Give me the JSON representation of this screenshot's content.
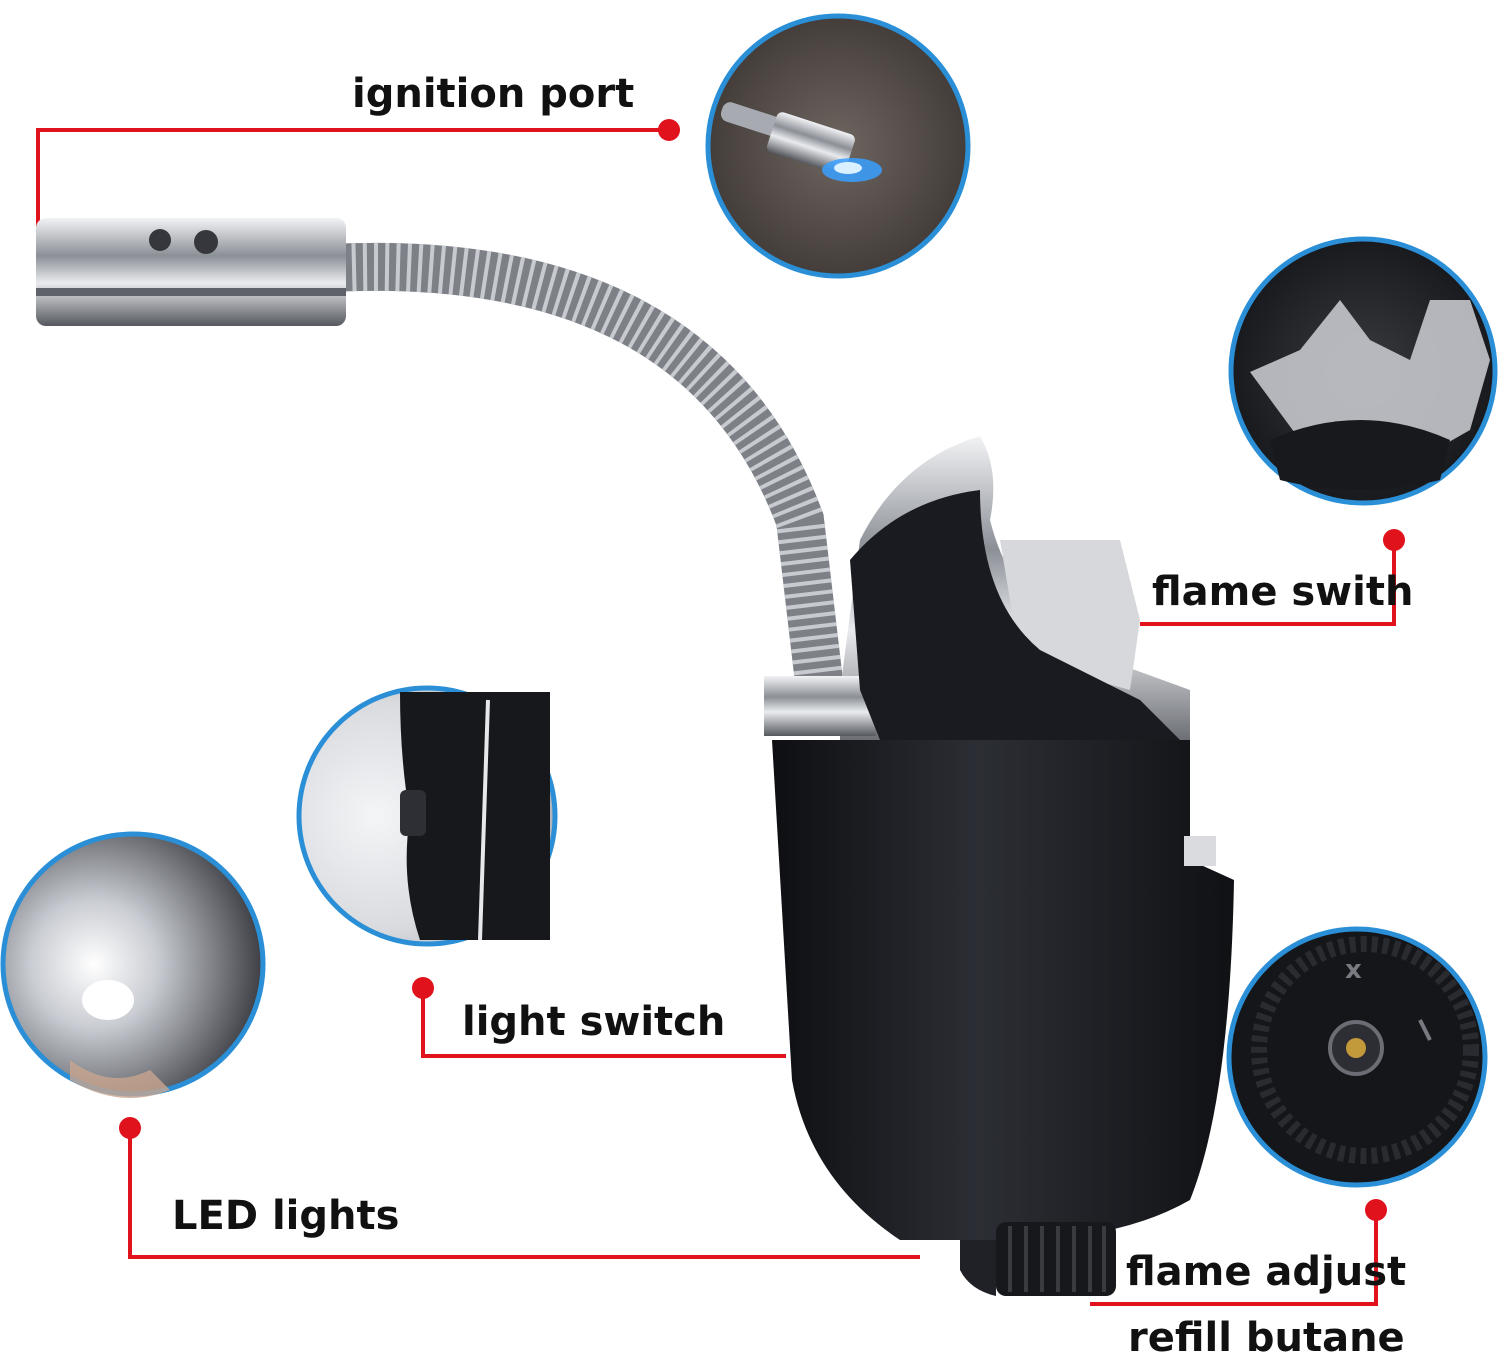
{
  "labels": {
    "ignition_port": "ignition port",
    "flame_switch": "flame swith",
    "light_switch": "light switch",
    "led_lights": "LED lights",
    "flame_adjust": "flame adjust",
    "refill_butane": "refill butane"
  },
  "colors": {
    "callout_line": "#e0121c",
    "callout_dot": "#e0121c",
    "detail_ring": "#2a8fd6",
    "lighter_body": "#1c1d22",
    "chrome": "#b9bcc2"
  }
}
